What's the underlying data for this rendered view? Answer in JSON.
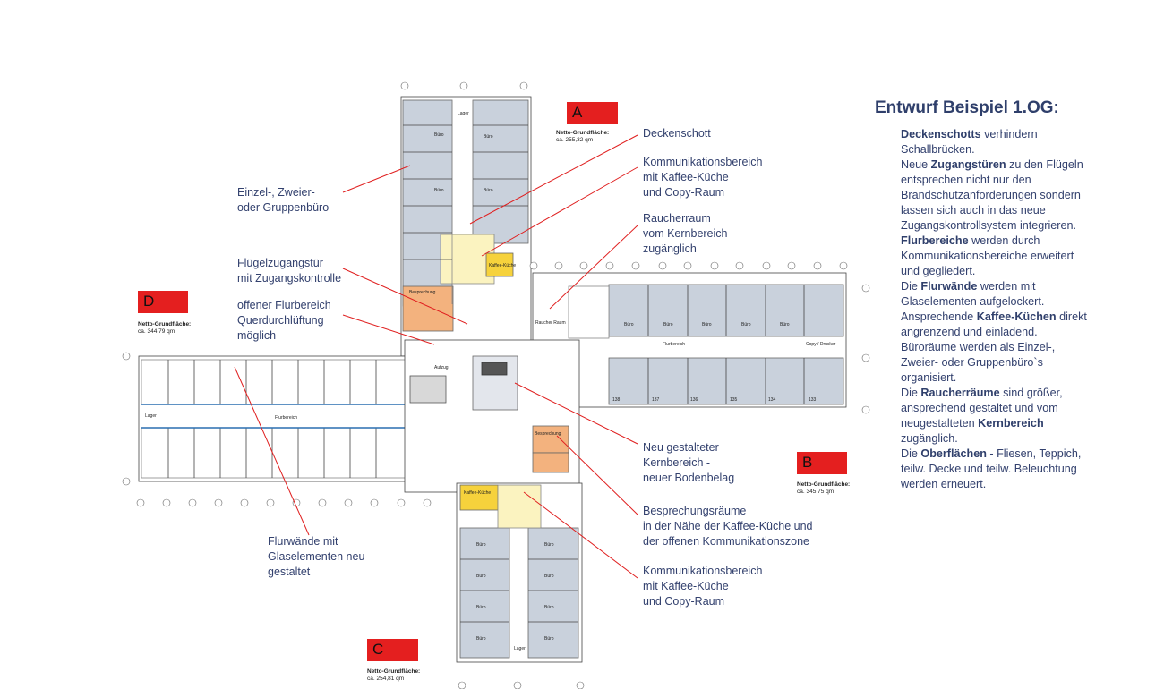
{
  "sidebar": {
    "title": "Entwurf Beispiel 1.OG:",
    "paragraphs": [
      [
        {
          "b": "Deckenschotts"
        },
        {
          "t": " verhindern Schallbrücken."
        }
      ],
      [
        {
          "t": "Neue "
        },
        {
          "b": "Zugangstüren"
        },
        {
          "t": " zu den Flügeln entsprechen nicht nur den Brandschutzanforderungen sondern lassen sich auch in das neue Zugangskontrollsystem integrieren."
        }
      ],
      [
        {
          "b": "Flurbereiche"
        },
        {
          "t": " werden durch Kommunikationsbereiche erweitert und gegliedert."
        }
      ],
      [
        {
          "t": "Die "
        },
        {
          "b": "Flurwände"
        },
        {
          "t": " werden mit Glaselementen aufgelockert."
        }
      ],
      [
        {
          "t": "Ansprechende "
        },
        {
          "b": "Kaffee-Küchen"
        },
        {
          "t": " direkt angrenzend und einladend."
        }
      ],
      [
        {
          "t": "Büroräume werden als Einzel-, Zweier- oder Gruppenbüro`s organisiert."
        }
      ],
      [
        {
          "t": "Die "
        },
        {
          "b": "Raucherräume"
        },
        {
          "t": " sind größer, ansprechend gestaltet und vom neugestalteten "
        },
        {
          "b": "Kernbereich"
        },
        {
          "t": " zugänglich."
        }
      ],
      [
        {
          "t": "Die "
        },
        {
          "b": "Oberflächen"
        },
        {
          "t": " - Fliesen, Teppich, teilw. Decke und teilw. Beleuchtung werden erneuert."
        }
      ]
    ]
  },
  "wings": [
    {
      "id": "wing-a",
      "letter": "A",
      "area_label": "Netto-Grundfläche:",
      "area_value": "ca. 255,32 qm"
    },
    {
      "id": "wing-b",
      "letter": "B",
      "area_label": "Netto-Grundfläche:",
      "area_value": "ca. 345,75 qm"
    },
    {
      "id": "wing-c",
      "letter": "C",
      "area_label": "Netto-Grundfläche:",
      "area_value": "ca. 254,81 qm"
    },
    {
      "id": "wing-d",
      "letter": "D",
      "area_label": "Netto-Grundfläche:",
      "area_value": "ca. 344,79 qm"
    }
  ],
  "annotations": [
    {
      "id": "deckenschott",
      "lines": [
        "Deckenschott"
      ]
    },
    {
      "id": "kommunikation-top",
      "lines": [
        "Kommunikationsbereich",
        "mit Kaffee-Küche",
        "und Copy-Raum"
      ]
    },
    {
      "id": "raucherraum",
      "lines": [
        "Raucherraum",
        "vom Kernbereich",
        "zugänglich"
      ]
    },
    {
      "id": "einzelbuero",
      "lines": [
        "Einzel-, Zweier-",
        "oder Gruppenbüro"
      ]
    },
    {
      "id": "fluegelzugang",
      "lines": [
        "Flügelzugangstür",
        "mit Zugangskontrolle"
      ]
    },
    {
      "id": "offener-flur",
      "lines": [
        "offener Flurbereich",
        "Querdurchlüftung",
        "möglich"
      ]
    },
    {
      "id": "kernbereich",
      "lines": [
        "Neu gestalteter",
        "Kernbereich -",
        "neuer Bodenbelag"
      ]
    },
    {
      "id": "besprechung",
      "lines": [
        "Besprechungsräume",
        "in der Nähe der Kaffee-Küche und",
        "der offenen Kommunikationszone"
      ]
    },
    {
      "id": "kommunikation-bottom",
      "lines": [
        "Kommunikationsbereich",
        "mit Kaffee-Küche",
        "und Copy-Raum"
      ]
    },
    {
      "id": "flurwaende",
      "lines": [
        "Flurwände mit",
        "Glaselementen neu",
        "gestaltet"
      ]
    }
  ],
  "plan_text": {
    "buero": "Büro",
    "lager": "Lager",
    "flurbereich": "Flurbereich",
    "kaffeekueche": "Kaffee-Küche",
    "besprechung": "Besprechung",
    "aufzug": "Aufzug",
    "raucher": "Raucher Raum",
    "copy": "Copy / Drucker",
    "room_numbers": [
      "138",
      "137",
      "136",
      "135",
      "134",
      "133"
    ]
  },
  "colors": {
    "badge": "#e41f1f",
    "office_fill": "#c9d1dc",
    "kitchen_fill": "#f6d23c",
    "meeting_fill": "#f3b27e",
    "comm_fill": "#fbf3c0",
    "leader": "#e02020",
    "text": "#33416e"
  }
}
